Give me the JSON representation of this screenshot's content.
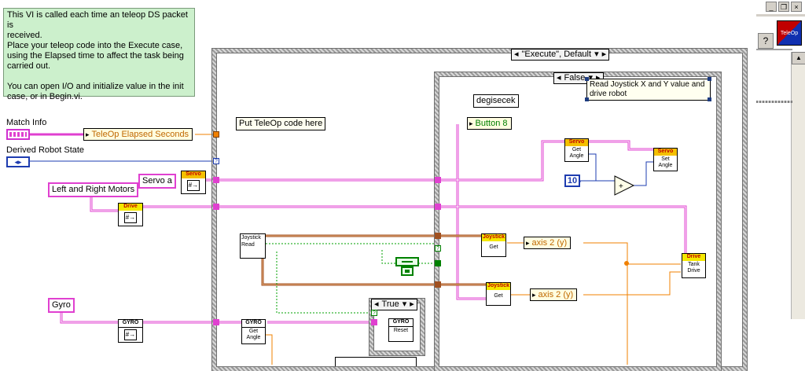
{
  "comments": {
    "top": "This VI is called each time an teleop DS packet is\nreceived.\nPlace your teleop code into the Execute case,\nusing the Elapsed time to affect the task being\ncarried out.\n\nYou can open I/O and initialize value in the init\ncase, or in Begin.vi.",
    "put_code": "Put TeleOp code here",
    "read_joystick": "Read Joystick X and Y value and\ndrive robot"
  },
  "labels": {
    "match_info": "Match Info",
    "derived_state": "Derived Robot State",
    "elapsed": "TeleOp Elapsed Seconds",
    "servo_a": "Servo a",
    "left_right_motors": "Left and Right Motors",
    "gyro": "Gyro",
    "degisecek": "degisecek",
    "button8": "Button 8",
    "axis_top": "axis 2 (y)",
    "axis_bottom": "axis 2 (y)",
    "const10": "10"
  },
  "selectors": {
    "outer_case": "\"Execute\", Default",
    "inner_case": "False",
    "small_case": "True"
  },
  "subvis": {
    "servo_ref": {
      "hdr": "Servo",
      "glyph": "#→"
    },
    "servo_get": {
      "hdr": "Servo",
      "body": "Get\nAngle"
    },
    "servo_set": {
      "hdr": "Servo",
      "body": "Set\nAngle"
    },
    "drive_ref": {
      "hdr": "Drive",
      "glyph": "#→"
    },
    "drive_tank": {
      "hdr": "Drive",
      "body": "Tank\nDrive"
    },
    "joystick_read": {
      "hdr": "Joystick",
      "body": "Read"
    },
    "joy_get_top": {
      "hdr": "Joystick",
      "body": "Get"
    },
    "joy_get_bottom": {
      "hdr": "Joystick",
      "body": "Get"
    },
    "gyro_ref": {
      "hdr": "GYRO",
      "glyph": "#→"
    },
    "gyro_get": {
      "hdr": "GYRO",
      "body": "Get\nAngle"
    },
    "gyro_reset": {
      "hdr": "GYRO",
      "body": "Reset"
    }
  },
  "window": {
    "minimize": "_",
    "restore": "❐",
    "close": "×",
    "icon_label": "TeleOp",
    "help": "?"
  },
  "colors": {
    "cluster_wire": "#e040d0",
    "numeric_wire": "#1e3cb0",
    "string_wire": "#a05020",
    "float_wire": "#f08000",
    "bool_wire": "#00a000"
  }
}
